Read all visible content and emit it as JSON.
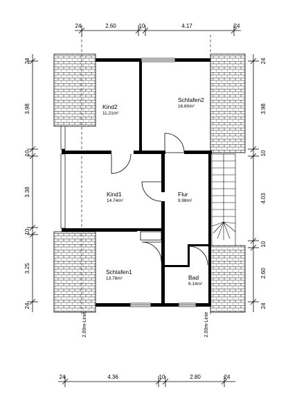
{
  "rooms": [
    {
      "id": "kind2",
      "name": "Kind2",
      "area": "11.21m²"
    },
    {
      "id": "schlafen2",
      "name": "Schlafen2",
      "area": "16.60m²"
    },
    {
      "id": "kind1",
      "name": "Kind1",
      "area": "14.74m²"
    },
    {
      "id": "flur",
      "name": "Flur",
      "area": "9.98m²"
    },
    {
      "id": "schlafen1",
      "name": "Schlafen1",
      "area": "13.78m²"
    },
    {
      "id": "bad",
      "name": "Bad",
      "area": "6.14m²"
    }
  ],
  "dimensions": {
    "top": [
      "24",
      "2.60",
      "10",
      "4.17",
      "24"
    ],
    "bottom": [
      "24",
      "4.36",
      "10",
      "2.80",
      "24"
    ],
    "left": [
      "24",
      "3.98",
      "10",
      "3.38",
      "10",
      "3.25",
      "24"
    ],
    "right": [
      "24",
      "3.98",
      "10",
      "4.03",
      "10",
      "2.60",
      "24"
    ]
  },
  "line_labels": {
    "left": "2.00m-Linie",
    "right": "2.00m-Linie"
  },
  "colors": {
    "wall": "#000000",
    "line": "#000000",
    "background": "#ffffff"
  }
}
